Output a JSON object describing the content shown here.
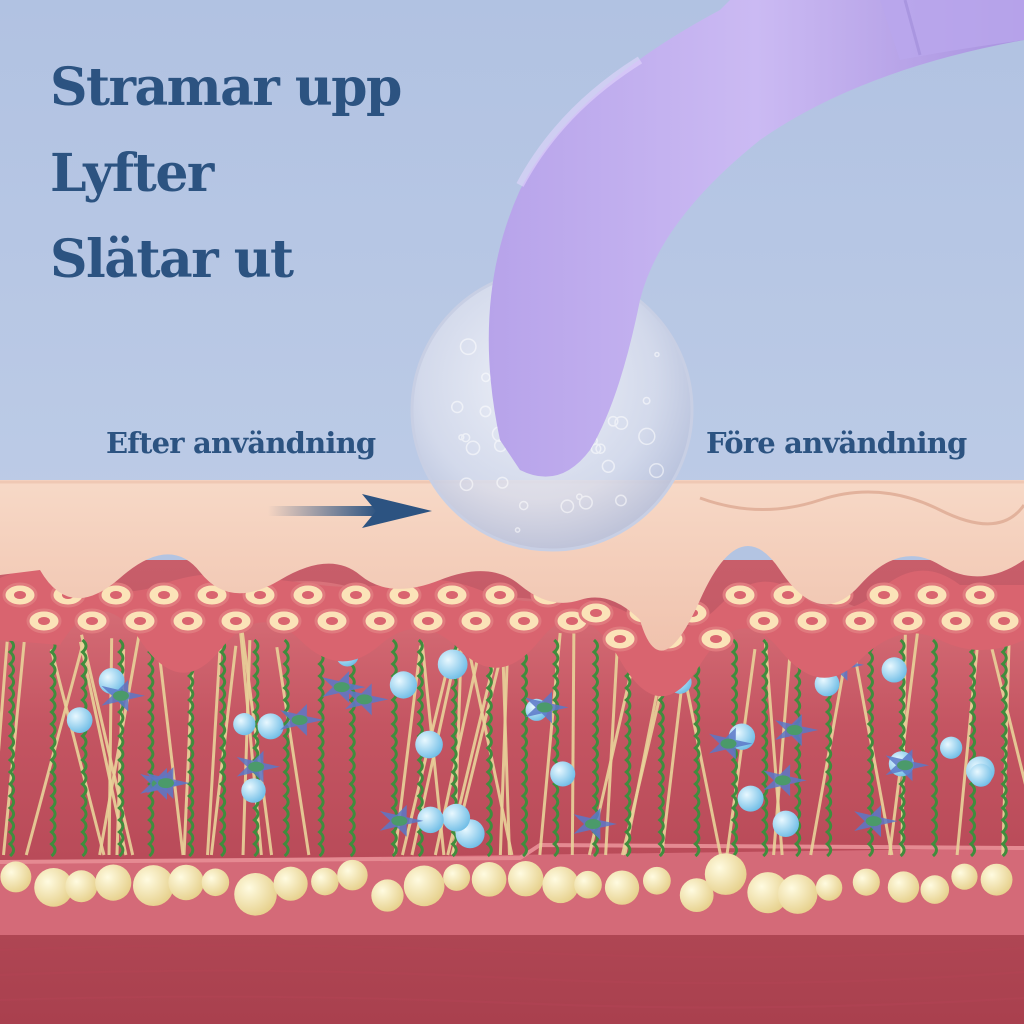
{
  "headlines": [
    "Stramar upp",
    "Lyfter",
    "Slätar ut"
  ],
  "labels": {
    "after": "Efter användning",
    "before": "Före användning"
  },
  "colors": {
    "text": "#2c5381",
    "background": "#b3c4e2",
    "roller_handle": "#c5b4ee",
    "epidermis": "#f6d6c4",
    "dermis": "#c85a68",
    "collagen": "#e9d39a",
    "elastin": "#3f8d3d",
    "hyaluronic": "#8fd1f0",
    "fat": "#f0e3a4"
  },
  "icons": [
    "ice-roller-icon",
    "direction-arrow-icon",
    "fibroblast-cell-icon",
    "fat-cell-icon"
  ]
}
